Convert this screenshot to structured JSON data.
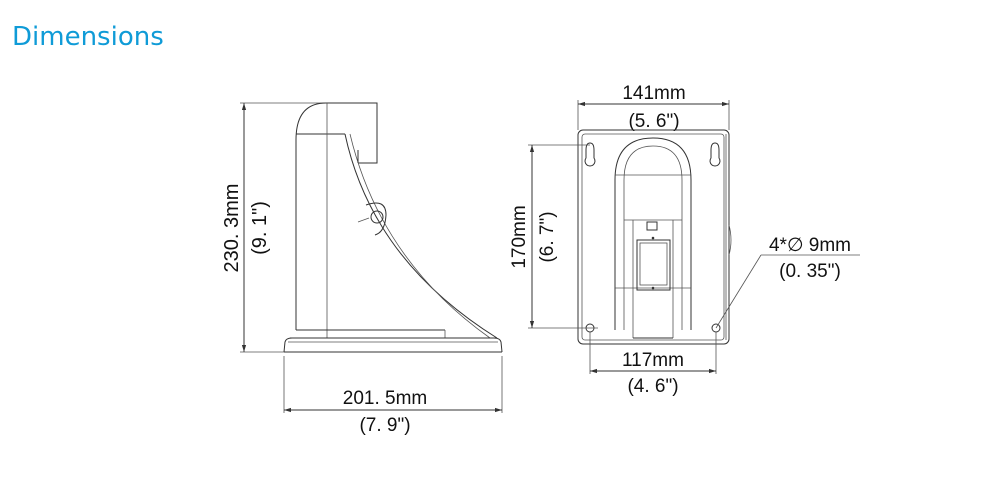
{
  "title": "Dimensions",
  "side_view": {
    "height_mm": "230. 3mm",
    "height_in": "(9. 1\")",
    "depth_mm": "201. 5mm",
    "depth_in": "(7. 9\")"
  },
  "front_view": {
    "width_mm": "141mm",
    "width_in": "(5. 6\")",
    "hole_spacing_v_mm": "170mm",
    "hole_spacing_v_in": "(6. 7\")",
    "hole_spacing_h_mm": "117mm",
    "hole_spacing_h_in": "(4. 6\")",
    "hole_spec": "4*∅ 9mm",
    "hole_spec_in": "(0. 35\")"
  },
  "colors": {
    "title": "#0f9bd7",
    "line": "#333333"
  }
}
